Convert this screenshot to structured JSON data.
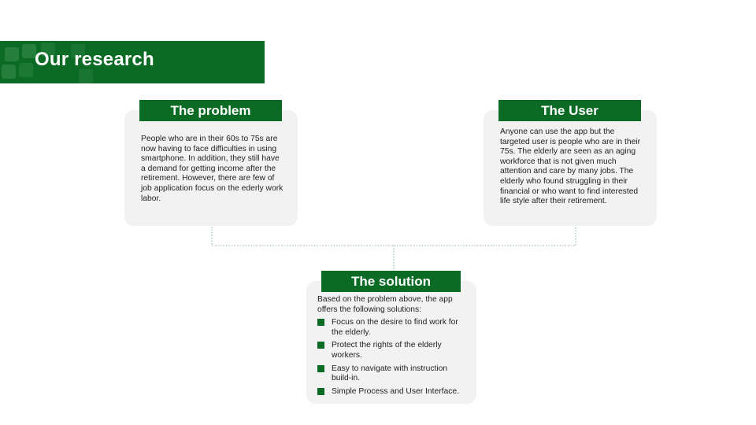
{
  "banner": {
    "title": "Our research"
  },
  "problem": {
    "header": "The problem",
    "text": "People who are in their 60s to 75s are now having to face difficulties in using smartphone. In addition, they still have a demand for getting income after the retirement. However, there are few of job application focus on the ederly work labor."
  },
  "user": {
    "header": "The User",
    "text": "Anyone can use the app but the targeted user is people who are in their 75s. The elderly are seen as an aging workforce that is not given much attention and care by many jobs. The elderly who found struggling in their financial or who want to find interested life style after their retirement."
  },
  "solution": {
    "header": "The solution",
    "intro": "Based on the problem above, the app offers the following solutions:",
    "items": [
      "Focus on the desire to find work for the elderly.",
      "Protect the rights of the elderly workers.",
      "Easy to navigate with instruction build-in.",
      "Simple Process and User Interface."
    ]
  },
  "colors": {
    "accent_green": "#0b6b24",
    "card_background": "#f2f2f2",
    "connector": "#7fb0b0"
  }
}
